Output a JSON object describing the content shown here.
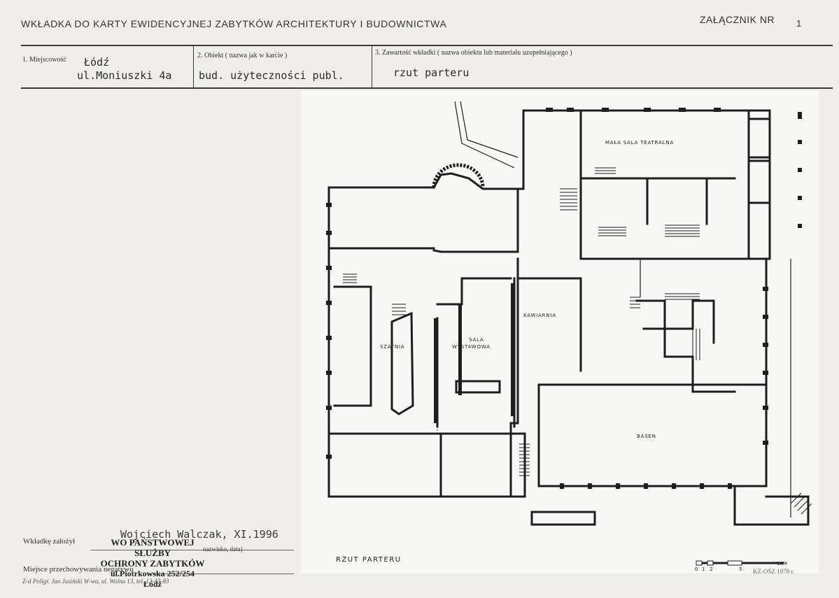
{
  "header": {
    "title": "WKŁADKA DO KARTY EWIDENCYJNEJ ZABYTKÓW ARCHITEKTURY I BUDOWNICTWA",
    "annex_label": "ZAŁĄCZNIK NR",
    "annex_number": "1"
  },
  "fields": {
    "locality": {
      "label": "1. Miejscowość",
      "value_line1": "Łódź",
      "value_line2": "ul.Moniuszki 4a"
    },
    "object": {
      "label": "2. Obiekt ( nazwa jak w karcie )",
      "value": "bud. użyteczności publ."
    },
    "content": {
      "label": "3. Zawartość wkładki ( nazwa obiektu lub materiału uzupełniającego )",
      "value": "rzut parteru"
    }
  },
  "plan": {
    "rooms": {
      "small_theater": "MAŁA SALA TEATRALNA",
      "cafe": "KAWIARNIA",
      "exhibition_line1": "SALA",
      "exhibition_line2": "WYSTAWOWA",
      "cloakroom": "SZATNIA",
      "pool": "BASEN"
    },
    "title": "RZUT PARTERU",
    "scale": {
      "ticks": [
        "0",
        "1",
        "2",
        "5",
        "10M"
      ]
    }
  },
  "footer": {
    "prepared_label": "Wkładkę założył",
    "prepared_value": "Wojciech Walczak, XI.1996",
    "prepared_hint": "nazwisko, data)",
    "storage_label": "Miejsce przechowywania negatywu",
    "stamp": {
      "line1": "WO PAŃSTWOWEJ SŁUŻBY",
      "line2": "OCHRONY ZABYTKÓW",
      "line3": "ul.Piotrkowska 252/254",
      "line4": "Łódź"
    },
    "printer": "Z-d Poligr. Jan Jasiński W-wa, ul. Wolna 13, tel. 12-43-83",
    "corner_code": "KZ-OŚZ 1978 r."
  }
}
